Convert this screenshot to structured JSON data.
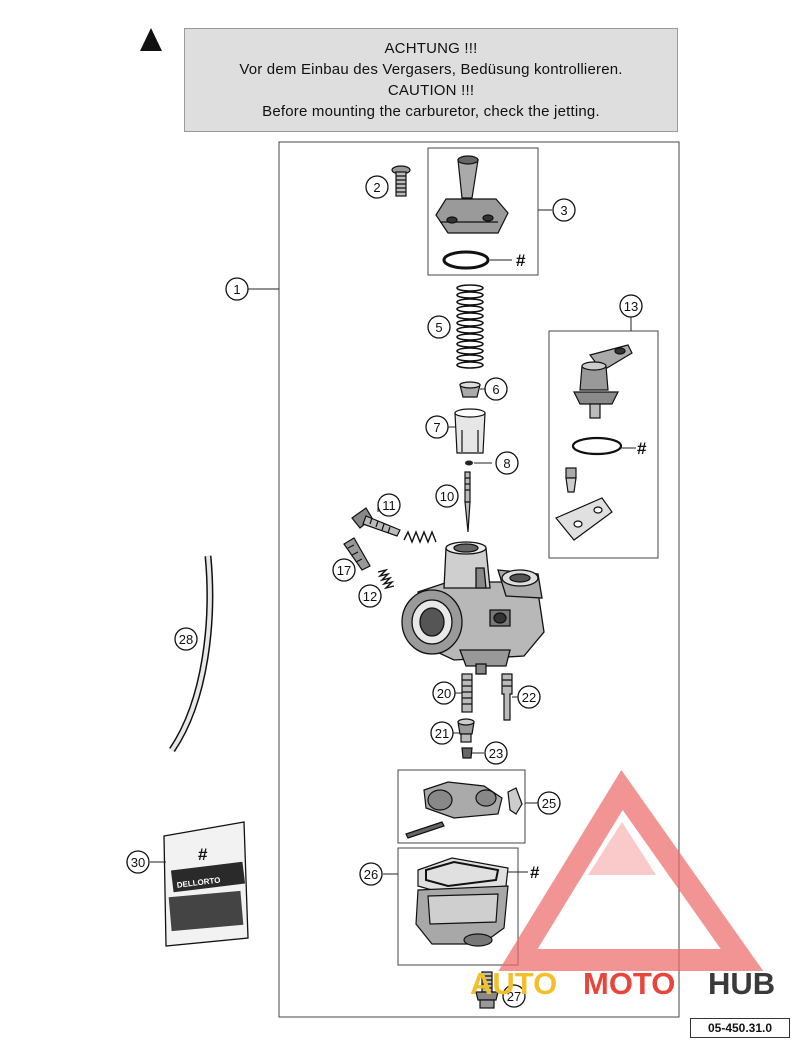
{
  "warning": {
    "icon": "warning-triangle-icon",
    "lines": [
      "ACHTUNG !!!",
      "Vor dem Einbau des Vergasers, Bedüsung kontrollieren.",
      "CAUTION !!!",
      "Before mounting the carburetor, check the jetting."
    ]
  },
  "callouts": {
    "c1": "1",
    "c2": "2",
    "c3": "3",
    "c5": "5",
    "c6": "6",
    "c7": "7",
    "c8": "8",
    "c10": "10",
    "c11": "11",
    "c12": "12",
    "c13": "13",
    "c17": "17",
    "c20": "20",
    "c21": "21",
    "c22": "22",
    "c23": "23",
    "c25": "25",
    "c26": "26",
    "c27": "27",
    "c28": "28",
    "c30": "30"
  },
  "hash_marks": {
    "h3": "#",
    "h13": "#",
    "h26": "#",
    "h30": "#"
  },
  "bag_label": "DELLORTO",
  "diagram_code": "05-450.31.0",
  "watermark": {
    "part1": "AUTO",
    "part2": "MOTO",
    "part3": "HUB",
    "colors": {
      "auto": "#f3c02b",
      "moto": "#e8453c",
      "hub": "#3a3a3a",
      "logo": "#ef6b6b"
    }
  }
}
